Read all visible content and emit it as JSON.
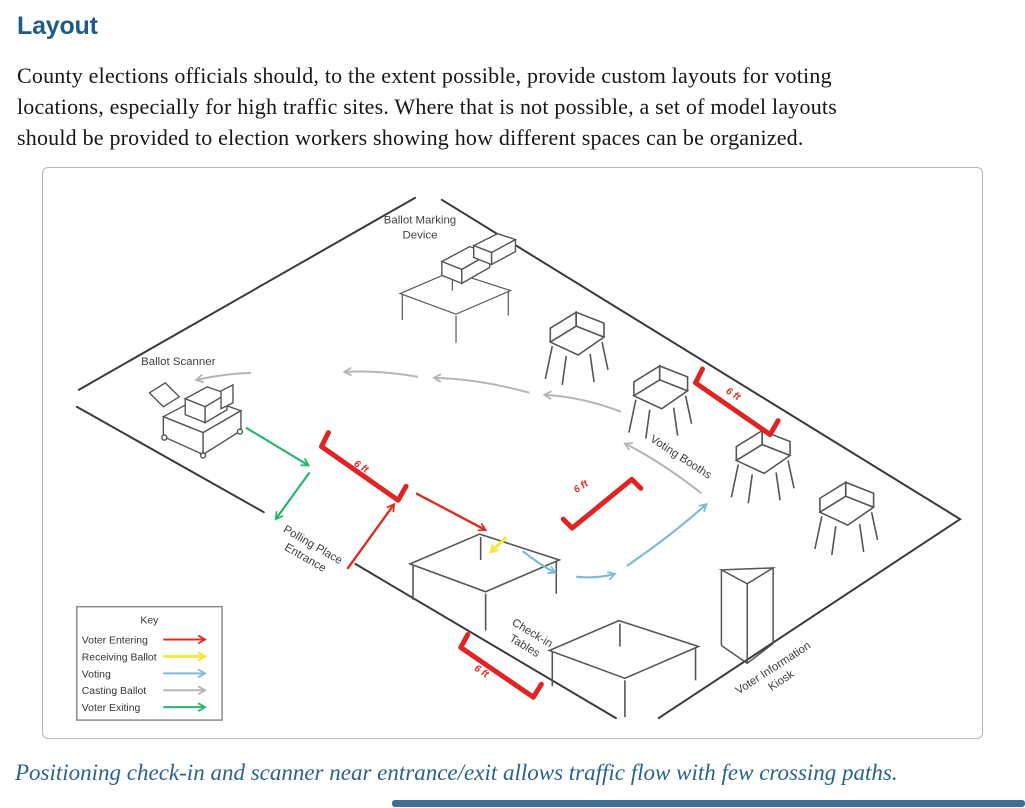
{
  "document": {
    "heading": "Layout",
    "body_lines": [
      "County elections officials should, to the extent possible, provide custom layouts for voting",
      "locations, especially for high traffic sites. Where that is not possible, a set of model layouts",
      "should be provided to election workers showing how different spaces can be organized."
    ],
    "caption": "Positioning check-in and scanner near entrance/exit allows traffic flow with few crossing paths."
  },
  "diagram": {
    "labels": {
      "ballot_marking_device_line1": "Ballot Marking",
      "ballot_marking_device_line2": "Device",
      "ballot_scanner": "Ballot Scanner",
      "voting_booths": "Voting Booths",
      "polling_place_entrance_line1": "Polling Place",
      "polling_place_entrance_line2": "Entrance",
      "check_in_tables_line1": "Check-in",
      "check_in_tables_line2": "Tables",
      "voter_information_kiosk_line1": "Voter Information",
      "voter_information_kiosk_line2": "Kiosk"
    },
    "distance_markers": [
      "6 ft",
      "6 ft",
      "6 ft",
      "6 ft"
    ],
    "key": {
      "title": "Key",
      "entries": [
        {
          "label": "Voter Entering",
          "color": "#D93025"
        },
        {
          "label": "Receiving Ballot",
          "color": "#F0E93F"
        },
        {
          "label": "Voting",
          "color": "#7CBBD9"
        },
        {
          "label": "Casting Ballot",
          "color": "#B5B5B5"
        },
        {
          "label": "Voter Exiting",
          "color": "#27B570"
        }
      ]
    }
  },
  "colors": {
    "heading": "#1E5C87",
    "caption": "#2A6289",
    "bracket_red": "#E02424",
    "wall": "#3A3A3A",
    "bottom_bar": "#3F6E96"
  }
}
